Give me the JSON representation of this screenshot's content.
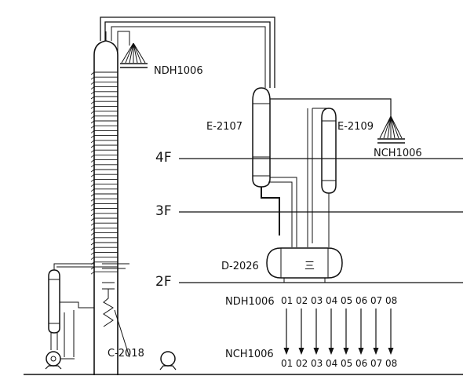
{
  "labels": {
    "top_condenser_tag": "NDH1006",
    "condenser_left": "E-2107",
    "condenser_right": "E-2109",
    "right_tag": "NCH1006",
    "drum": "D-2026",
    "drum_glyph": "三",
    "column": "C-2018",
    "outlet_header_top": "NDH1006",
    "outlet_header_bottom": "NCH1006"
  },
  "floors": [
    "4F",
    "3F",
    "2F"
  ],
  "outlets_top": [
    "01",
    "02",
    "03",
    "04",
    "05",
    "06",
    "07",
    "08"
  ],
  "outlets_bottom": [
    "01",
    "02",
    "03",
    "04",
    "05",
    "06",
    "07",
    "08"
  ],
  "icons": [
    "spray-nozzle-icon",
    "pump-icon",
    "arrow-down-icon"
  ]
}
